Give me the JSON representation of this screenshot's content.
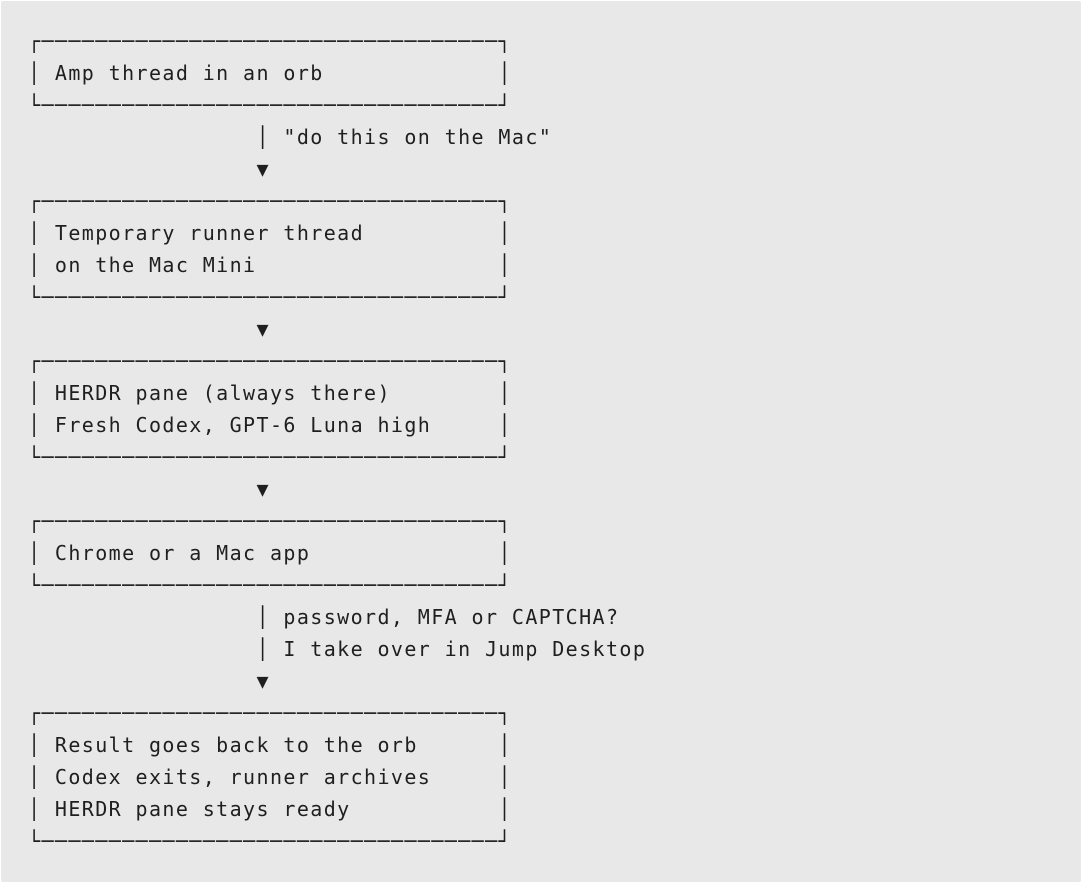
{
  "diagram": {
    "lines": [
      "┌──────────────────────────────────┐",
      "│ Amp thread in an orb             │",
      "└──────────────────────────────────┘",
      "                 │ \"do this on the Mac\"",
      "                 ▼",
      "┌──────────────────────────────────┐",
      "│ Temporary runner thread          │",
      "│ on the Mac Mini                  │",
      "└──────────────────────────────────┘",
      "                 ▼",
      "┌──────────────────────────────────┐",
      "│ HERDR pane (always there)        │",
      "│ Fresh Codex, GPT-6 Luna high     │",
      "└──────────────────────────────────┘",
      "                 ▼",
      "┌──────────────────────────────────┐",
      "│ Chrome or a Mac app              │",
      "└──────────────────────────────────┘",
      "                 │ password, MFA or CAPTCHA?",
      "                 │ I take over in Jump Desktop",
      "                 ▼",
      "┌──────────────────────────────────┐",
      "│ Result goes back to the orb      │",
      "│ Codex exits, runner archives     │",
      "│ HERDR pane stays ready           │",
      "└──────────────────────────────────┘"
    ]
  }
}
